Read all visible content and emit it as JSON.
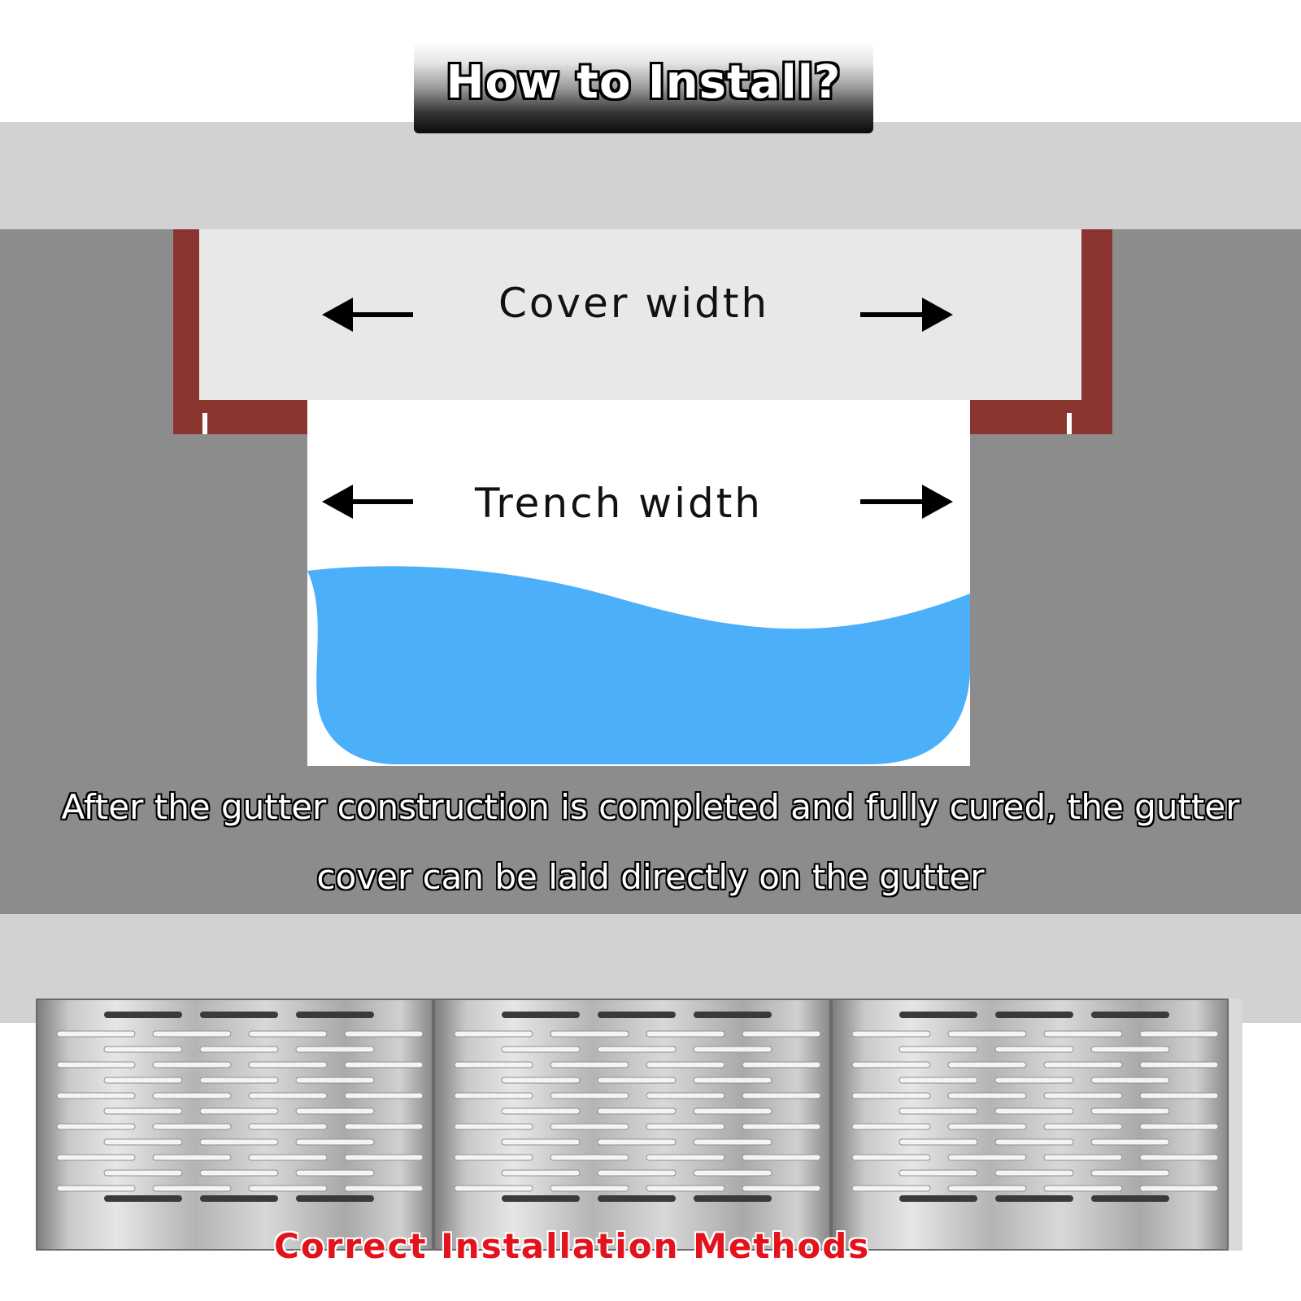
{
  "title": "How to Install?",
  "labels": {
    "cover_width": "Cover width",
    "trench_width": "Trench width"
  },
  "description": {
    "line1": "After the gutter construction is completed and fully cured, the gutter",
    "line2": "cover can be laid directly on the gutter"
  },
  "footer": "Correct Installation Methods",
  "icons": {
    "left_arrow": "arrow-left-icon",
    "right_arrow": "arrow-right-icon"
  },
  "colors": {
    "frame": "#8b3530",
    "water": "#4baffa",
    "ground": "#8c8c8c",
    "ground_light": "#d2d2d2",
    "cover": "#e8e8e8",
    "footer_text": "#e3121b"
  }
}
